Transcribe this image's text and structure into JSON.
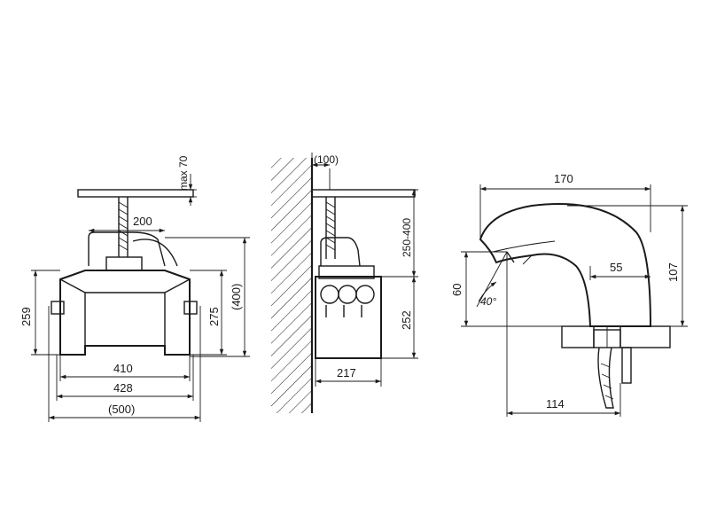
{
  "front_view": {
    "dims": {
      "max_depth": "max 70",
      "pipe_spacing": "200",
      "height_259": "259",
      "height_275": "275",
      "height_400": "(400)",
      "width_410": "410",
      "width_428": "428",
      "width_500": "(500)"
    }
  },
  "side_view": {
    "dims": {
      "wall_offset": "(100)",
      "range_250_400": "250-400",
      "height_252": "252",
      "depth_217": "217"
    }
  },
  "faucet_view": {
    "dims": {
      "length_170": "170",
      "height_107": "107",
      "height_60": "60",
      "reach_55": "55",
      "angle_40": "40°",
      "base_114": "114"
    }
  },
  "colors": {
    "line": "#1a1a1a",
    "background": "#ffffff"
  }
}
